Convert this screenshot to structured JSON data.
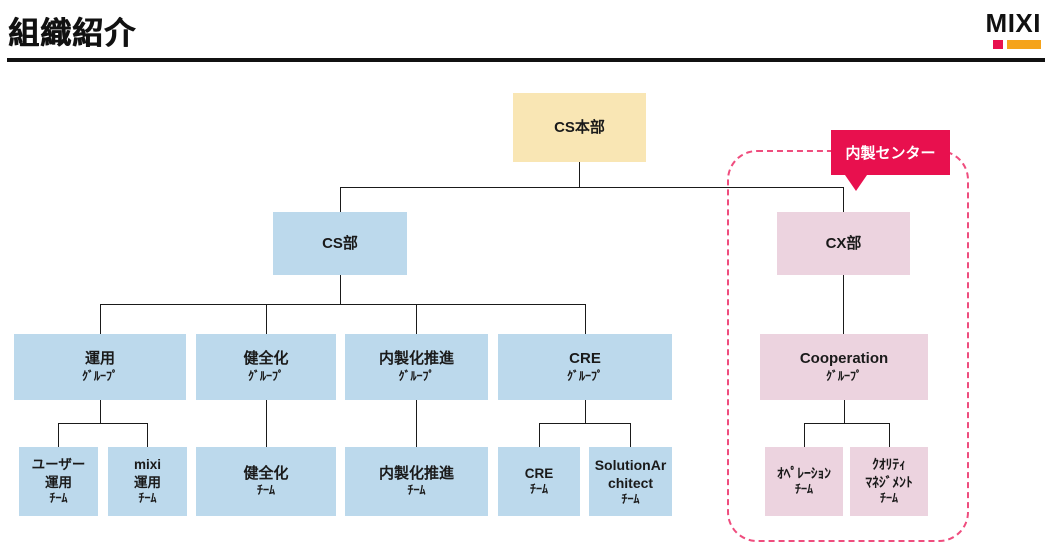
{
  "header": {
    "title": "組織紹介",
    "brand": "MIXI"
  },
  "callout": {
    "label": "内製センター"
  },
  "colors": {
    "accent_crimson": "#e8104e",
    "accent_orange": "#f5a31b",
    "dashed_border": "#ef4d7e",
    "box_yellow": "#f9e6b4",
    "box_blue": "#bcd9ec",
    "box_pink": "#ecd3df"
  },
  "nodes": {
    "cs_honbu": {
      "title": "CS本部"
    },
    "cs_bu": {
      "title": "CS部"
    },
    "cx_bu": {
      "title": "CX部"
    },
    "unyou_group": {
      "title": "運用",
      "sub": "ｸﾞﾙｰﾌﾟ"
    },
    "kenzenka_group": {
      "title": "健全化",
      "sub": "ｸﾞﾙｰﾌﾟ"
    },
    "naiseika_group": {
      "title": "内製化推進",
      "sub": "ｸﾞﾙｰﾌﾟ"
    },
    "cre_group": {
      "title": "CRE",
      "sub": "ｸﾞﾙｰﾌﾟ"
    },
    "cooperation_group": {
      "title": "Cooperation",
      "sub": "ｸﾞﾙｰﾌﾟ"
    },
    "user_unyou_team": {
      "title": "ユーザー",
      "title2": "運用",
      "sub": "ﾁｰﾑ"
    },
    "mixi_unyou_team": {
      "title": "mixi",
      "title2": "運用",
      "sub": "ﾁｰﾑ"
    },
    "kenzenka_team": {
      "title": "健全化",
      "sub": "ﾁｰﾑ"
    },
    "naiseika_team": {
      "title": "内製化推進",
      "sub": "ﾁｰﾑ"
    },
    "cre_team": {
      "title": "CRE",
      "sub": "ﾁｰﾑ"
    },
    "solution_architect_team": {
      "title": "SolutionArchitect",
      "sub": "ﾁｰﾑ"
    },
    "operation_team": {
      "title": "ｵﾍﾟﾚｰｼｮﾝ",
      "sub": "ﾁｰﾑ"
    },
    "quality_team": {
      "title": "ｸｵﾘﾃｨ",
      "title2": "ﾏﾈｼﾞﾒﾝﾄ",
      "sub": "ﾁｰﾑ"
    }
  }
}
